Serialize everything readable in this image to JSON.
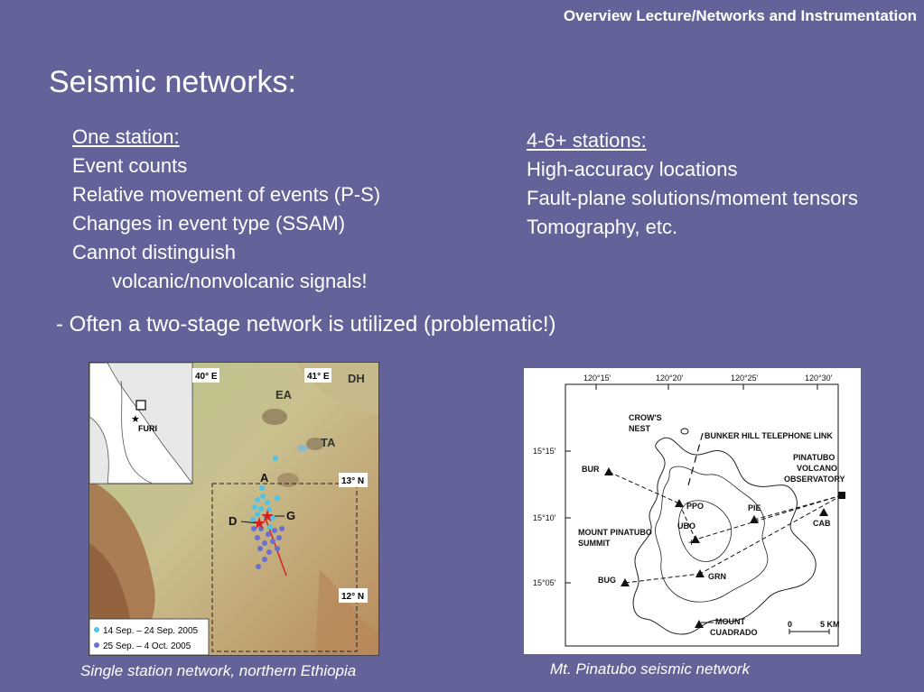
{
  "header": {
    "title": "Overview Lecture/Networks and Instrumentation"
  },
  "slide": {
    "title": "Seismic networks:",
    "left_column": {
      "heading": "One station:",
      "items": [
        "Event counts",
        "Relative movement of events (P-S)",
        "Changes in event type (SSAM)",
        "Cannot distinguish",
        "volcanic/nonvolcanic signals!"
      ]
    },
    "right_column": {
      "heading": "4-6+ stations:",
      "items": [
        "High-accuracy locations",
        "Fault-plane solutions/moment tensors",
        "Tomography, etc."
      ]
    },
    "note": "- Often a two-stage network is utilized (problematic!)"
  },
  "figures": {
    "ethiopia": {
      "caption": "Single station network, northern Ethiopia",
      "labels": {
        "lon1": "40° E",
        "lon2": "41° E",
        "dh": "DH",
        "ea": "EA",
        "ta": "TA",
        "a": "A",
        "d": "D",
        "g": "G",
        "lat1": "13° N",
        "lat2": "12° N",
        "furi": "FURI"
      },
      "legend": [
        "14 Sep. – 24 Sep. 2005",
        "25 Sep. – 4 Oct. 2005"
      ],
      "colors": {
        "series1": "#4fc3e8",
        "series2": "#6b6fd0",
        "star": "#d42020"
      }
    },
    "pinatubo": {
      "caption": "Mt. Pinatubo seismic network",
      "lon_ticks": [
        "120°15'",
        "120°20'",
        "120°25'",
        "120°30'"
      ],
      "lat_ticks": [
        "15°15'",
        "15°10'",
        "15°05'"
      ],
      "labels": {
        "crows1": "CROW'S",
        "crows2": "NEST",
        "bunker": "BUNKER HILL TELEPHONE LINK",
        "obs1": "PINATUBO",
        "obs2": "VOLCANO",
        "obs3": "OBSERVATORY",
        "bur": "BUR",
        "ppo": "PPO",
        "ubo": "UBO",
        "pie": "PIE",
        "cab": "CAB",
        "summit1": "MOUNT PINATUBO",
        "summit2": "SUMMIT",
        "bug": "BUG",
        "grn": "GRN",
        "cuad1": "MOUNT",
        "cuad2": "CUADRADO",
        "scale0": "0",
        "scale5": "5 KM"
      }
    }
  }
}
